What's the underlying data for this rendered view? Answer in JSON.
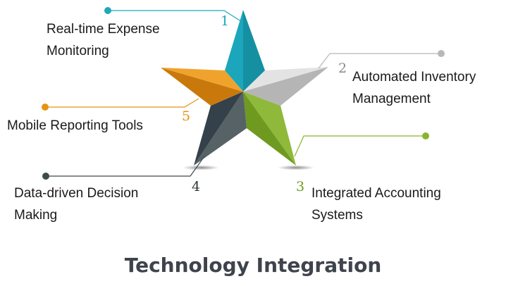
{
  "title": "Technology Integration",
  "items": [
    {
      "number": "1",
      "line1": "Real-time Expense",
      "line2": "Monitoring",
      "color": "#1da9bd"
    },
    {
      "number": "2",
      "line1": "Automated Inventory",
      "line2": "Management",
      "color": "#b8b8b8"
    },
    {
      "number": "3",
      "line1": "Integrated Accounting",
      "line2": "Systems",
      "color": "#8ab52a"
    },
    {
      "number": "4",
      "line1": "Data-driven Decision",
      "line2": "Making",
      "color": "#3e4a4d"
    },
    {
      "number": "5",
      "line1": "Mobile Reporting Tools",
      "line2": "",
      "color": "#e69310"
    }
  ]
}
